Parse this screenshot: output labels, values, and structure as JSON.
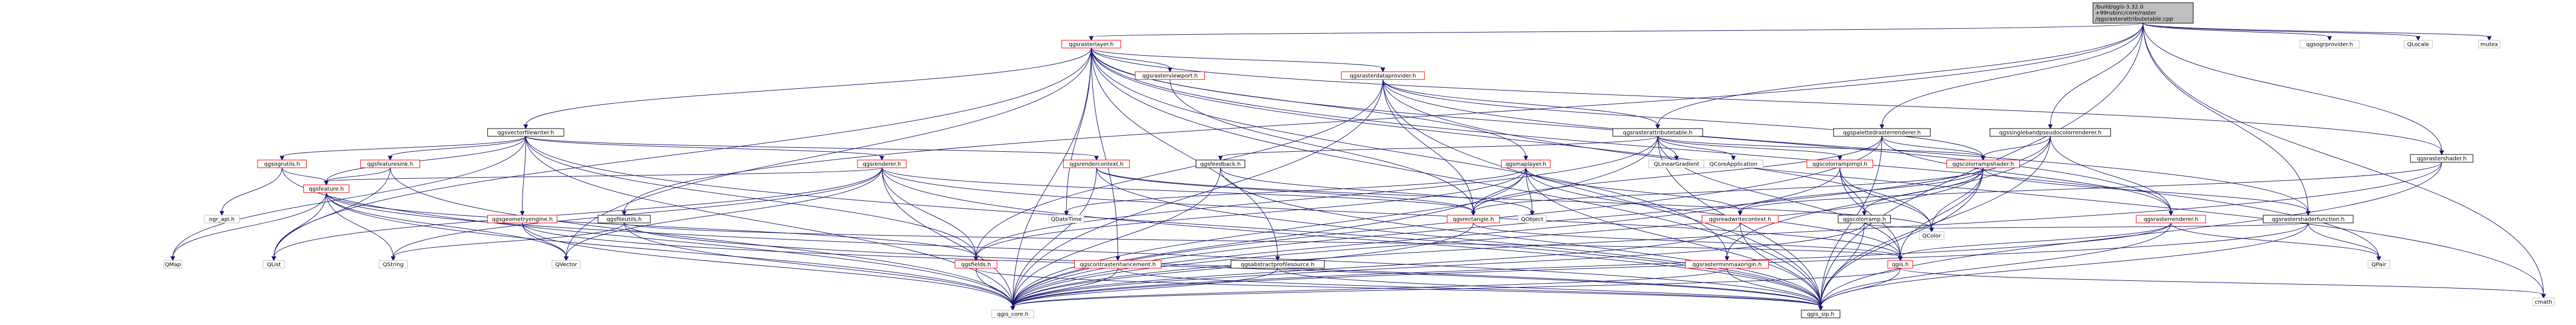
{
  "diagram": {
    "type": "include-dependency-graph",
    "colors": {
      "root_fill": "#bfbfbf",
      "node_fill": "#ffffff",
      "node_border_red": "#ff0000",
      "node_border_gray": "#bfbfbf",
      "node_border_black": "#000000",
      "edge": "#191970"
    },
    "root": {
      "id": "root",
      "lines": [
        "/build/qgis-3.32.0",
        "+99rubinc/core/raster",
        "/qgsrasterattributetable.cpp"
      ]
    },
    "nodes": [
      {
        "id": "qgsrasterlayer",
        "label": "qgsrasterlayer.h",
        "border": "red"
      },
      {
        "id": "qgsogrprovider",
        "label": "qgsogrprovider.h",
        "border": "gray"
      },
      {
        "id": "qlocale",
        "label": "QLocale",
        "border": "gray"
      },
      {
        "id": "mutex",
        "label": "mutex",
        "border": "gray"
      },
      {
        "id": "qgsrasterviewport",
        "label": "qgsrasterviewport.h",
        "border": "red"
      },
      {
        "id": "qgsrasterdataprovider",
        "label": "qgsrasterdataprovider.h",
        "border": "red"
      },
      {
        "id": "qgsvectorfilewriter",
        "label": "qgsvectorfilewriter.h",
        "border": "black"
      },
      {
        "id": "qgsrasterattributetable",
        "label": "qgsrasterattributetable.h",
        "border": "black"
      },
      {
        "id": "qgspalettedrasterrenderer",
        "label": "qgspalettedrasterrenderer.h",
        "border": "black"
      },
      {
        "id": "qgssinglebandpseudocolorrenderer",
        "label": "qgssinglebandpseudocolorrenderer.h",
        "border": "black"
      },
      {
        "id": "qgsrastershader",
        "label": "qgsrastershader.h",
        "border": "black"
      },
      {
        "id": "qgsogrutils",
        "label": "qgsogrutils.h",
        "border": "red"
      },
      {
        "id": "qgsfeaturesink",
        "label": "qgsfeaturesink.h",
        "border": "red"
      },
      {
        "id": "qgsrenderer",
        "label": "qgsrenderer.h",
        "border": "red"
      },
      {
        "id": "qgsgeometryengine",
        "label": "qgsgeometryengine.h",
        "border": "red"
      },
      {
        "id": "qgsfileutils",
        "label": "qgsfileutils.h",
        "border": "black"
      },
      {
        "id": "qgsrendercontext",
        "label": "qgsrendercontext.h",
        "border": "red"
      },
      {
        "id": "qgsfeedback",
        "label": "qgsfeedback.h",
        "border": "black"
      },
      {
        "id": "qgsmaplayer",
        "label": "qgsmaplayer.h",
        "border": "red"
      },
      {
        "id": "qlineargradient",
        "label": "QLinearGradient",
        "border": "gray"
      },
      {
        "id": "qcoreapplication",
        "label": "QCoreApplication",
        "border": "gray"
      },
      {
        "id": "qgscolorrampimpl",
        "label": "qgscolorrampimpl.h",
        "border": "red"
      },
      {
        "id": "qgscolorrampshader",
        "label": "qgscolorrampshader.h",
        "border": "red"
      },
      {
        "id": "qgsrasterrenderer",
        "label": "qgsrasterrenderer.h",
        "border": "red"
      },
      {
        "id": "qgsrastershaderfunction",
        "label": "qgsrastershaderfunction.h",
        "border": "black"
      },
      {
        "id": "ogr_api",
        "label": "ogr_api.h",
        "border": "gray"
      },
      {
        "id": "qgsfeature",
        "label": "qgsfeature.h",
        "border": "red"
      },
      {
        "id": "qgsrectangle",
        "label": "qgsrectangle.h",
        "border": "red"
      },
      {
        "id": "qobject",
        "label": "QObject",
        "border": "gray"
      },
      {
        "id": "qdatetime",
        "label": "QDateTime",
        "border": "gray"
      },
      {
        "id": "qgsreadwritecontext",
        "label": "qgsreadwritecontext.h",
        "border": "red"
      },
      {
        "id": "qgscolorramp",
        "label": "qgscolorramp.h",
        "border": "black"
      },
      {
        "id": "qmap",
        "label": "QMap",
        "border": "gray"
      },
      {
        "id": "qlist",
        "label": "QList",
        "border": "gray"
      },
      {
        "id": "qstring",
        "label": "QString",
        "border": "gray"
      },
      {
        "id": "qvector",
        "label": "QVector",
        "border": "gray"
      },
      {
        "id": "qgsfields",
        "label": "qgsfields.h",
        "border": "red"
      },
      {
        "id": "qgscontrastenhancement",
        "label": "qgscontrastenhancement.h",
        "border": "red"
      },
      {
        "id": "qgsabstractprofilesource",
        "label": "qgsabstractprofilesource.h",
        "border": "black"
      },
      {
        "id": "qgsrasterminmaxorigin",
        "label": "qgsrasterminmaxorigin.h",
        "border": "red"
      },
      {
        "id": "qgis",
        "label": "qgis.h",
        "border": "red"
      },
      {
        "id": "qcolor",
        "label": "QColor",
        "border": "gray"
      },
      {
        "id": "qpair",
        "label": "QPair",
        "border": "gray"
      },
      {
        "id": "cmath",
        "label": "cmath",
        "border": "gray"
      },
      {
        "id": "qgis_core",
        "label": "qgis_core.h",
        "border": "gray"
      },
      {
        "id": "qgis_sip",
        "label": "qgis_sip.h",
        "border": "black"
      }
    ],
    "edges": [
      [
        "root",
        "qgsrasterlayer"
      ],
      [
        "root",
        "qgsogrprovider"
      ],
      [
        "root",
        "qlocale"
      ],
      [
        "root",
        "mutex"
      ],
      [
        "root",
        "qgsrasterattributetable"
      ],
      [
        "root",
        "qgspalettedrasterrenderer"
      ],
      [
        "root",
        "qgssinglebandpseudocolorrenderer"
      ],
      [
        "root",
        "qgsrastershader"
      ],
      [
        "root",
        "qgsrastershaderfunction"
      ],
      [
        "root",
        "qgsfileutils"
      ],
      [
        "root",
        "qgis_sip"
      ],
      [
        "root",
        "cmath"
      ],
      [
        "qgsrasterlayer",
        "qgsrasterviewport"
      ],
      [
        "qgsrasterlayer",
        "qgsrasterdataprovider"
      ],
      [
        "qgsrasterlayer",
        "qgsvectorfilewriter"
      ],
      [
        "qgsrasterlayer",
        "qgsmaplayer"
      ],
      [
        "qgsrasterlayer",
        "qgsrasterminmaxorigin"
      ],
      [
        "qgsrasterlayer",
        "qgscontrastenhancement"
      ],
      [
        "qgsrasterlayer",
        "qgsabstractprofilesource"
      ],
      [
        "qgsrasterlayer",
        "qgis_core"
      ],
      [
        "qgsrasterlayer",
        "qgis_sip"
      ],
      [
        "qgsrasterlayer",
        "qvector"
      ],
      [
        "qgsrasterlayer",
        "qdatetime"
      ],
      [
        "qgsrasterlayer",
        "qcolor"
      ],
      [
        "qgsrasterlayer",
        "qpair"
      ],
      [
        "qgsrasterlayer",
        "qgsrasterrenderer"
      ],
      [
        "qgsrasterlayer",
        "qgsrastershader"
      ],
      [
        "qgsrasterlayer",
        "qlist"
      ],
      [
        "qgsrasterviewport",
        "qgsrectangle"
      ],
      [
        "qgsrasterdataprovider",
        "qgsrasterattributetable"
      ],
      [
        "qgsrasterdataprovider",
        "qgsrectangle"
      ],
      [
        "qgsrasterdataprovider",
        "qgsfields"
      ],
      [
        "qgsrasterdataprovider",
        "qgis_core"
      ],
      [
        "qgsrasterdataprovider",
        "qgis_sip"
      ],
      [
        "qgsrasterdataprovider",
        "cmath"
      ],
      [
        "qgsrasterdataprovider",
        "qgsrastershaderfunction"
      ],
      [
        "qgsrasterdataprovider",
        "qgscolorrampshader"
      ],
      [
        "qgsvectorfilewriter",
        "qgsogrutils"
      ],
      [
        "qgsvectorfilewriter",
        "qgsfeaturesink"
      ],
      [
        "qgsvectorfilewriter",
        "qgsrenderer"
      ],
      [
        "qgsvectorfilewriter",
        "qgsgeometryengine"
      ],
      [
        "qgsvectorfilewriter",
        "qgsfeature"
      ],
      [
        "qgsvectorfilewriter",
        "qgsrendercontext"
      ],
      [
        "qgsvectorfilewriter",
        "qgsfields"
      ],
      [
        "qgsvectorfilewriter",
        "qgis_core"
      ],
      [
        "qgsvectorfilewriter",
        "qgis_sip"
      ],
      [
        "qgsvectorfilewriter",
        "qmap"
      ],
      [
        "qgsrasterattributetable",
        "qlineargradient"
      ],
      [
        "qgsrasterattributetable",
        "qcoreapplication"
      ],
      [
        "qgsrasterattributetable",
        "qgscolorrampimpl"
      ],
      [
        "qgsrasterattributetable",
        "qgsfeedback"
      ],
      [
        "qgsrasterattributetable",
        "qgsfields"
      ],
      [
        "qgsrasterattributetable",
        "qgis_core"
      ],
      [
        "qgsrasterattributetable",
        "qgis_sip"
      ],
      [
        "qgsrasterattributetable",
        "qgis"
      ],
      [
        "qgsrasterattributetable",
        "qgscolorrampshader"
      ],
      [
        "qgspalettedrasterrenderer",
        "qgscolorrampshader"
      ],
      [
        "qgspalettedrasterrenderer",
        "qgsrasterrenderer"
      ],
      [
        "qgspalettedrasterrenderer",
        "qgis_core"
      ],
      [
        "qgspalettedrasterrenderer",
        "qgis_sip"
      ],
      [
        "qgspalettedrasterrenderer",
        "qgsrectangle"
      ],
      [
        "qgssinglebandpseudocolorrenderer",
        "qgscolorrampshader"
      ],
      [
        "qgssinglebandpseudocolorrenderer",
        "qgsrasterrenderer"
      ],
      [
        "qgssinglebandpseudocolorrenderer",
        "qgsrasterminmaxorigin"
      ],
      [
        "qgssinglebandpseudocolorrenderer",
        "qgis_core"
      ],
      [
        "qgssinglebandpseudocolorrenderer",
        "qgis_sip"
      ],
      [
        "qgsrastershader",
        "qgsreadwritecontext"
      ],
      [
        "qgsrastershader",
        "qgis_core"
      ],
      [
        "qgsrastershader",
        "qgis_sip"
      ],
      [
        "qgsrastershaderfunction",
        "qgis_core"
      ],
      [
        "qgsrastershaderfunction",
        "qgis_sip"
      ],
      [
        "qgsrastershaderfunction",
        "qcolor"
      ],
      [
        "qgsrastershaderfunction",
        "qpair"
      ],
      [
        "qgsogrutils",
        "ogr_api"
      ],
      [
        "qgsogrutils",
        "qgsfeature"
      ],
      [
        "qgsogrutils",
        "qgis_core"
      ],
      [
        "qgsfeaturesink",
        "qgsfeature"
      ],
      [
        "qgsfeaturesink",
        "qgis_core"
      ],
      [
        "qgsfeaturesink",
        "qlist"
      ],
      [
        "qgsrenderer",
        "qgsfeature"
      ],
      [
        "qgsrenderer",
        "qgsfields"
      ],
      [
        "qgsrenderer",
        "qgis_core"
      ],
      [
        "qgsrenderer",
        "qgis_sip"
      ],
      [
        "qgsrenderer",
        "qgis"
      ],
      [
        "qgsrenderer",
        "qlist"
      ],
      [
        "qgsrenderer",
        "qstring"
      ],
      [
        "qgsrenderer",
        "qvector"
      ],
      [
        "qgsrenderer",
        "qgsrectangle"
      ],
      [
        "qgsgeometryengine",
        "qgis_core"
      ],
      [
        "qgsgeometryengine",
        "qvector"
      ],
      [
        "qgsgeometryengine",
        "qgis_sip"
      ],
      [
        "qgsfileutils",
        "qgis_core"
      ],
      [
        "qgsfileutils",
        "qgis_sip"
      ],
      [
        "qgsfileutils",
        "qstring"
      ],
      [
        "qgsfileutils",
        "qgis"
      ],
      [
        "qgsrendercontext",
        "qgsrectangle"
      ],
      [
        "qgsrendercontext",
        "qgis_core"
      ],
      [
        "qgsrendercontext",
        "qgis_sip"
      ],
      [
        "qgsrendercontext",
        "qcolor"
      ],
      [
        "qgsfeedback",
        "qobject"
      ],
      [
        "qgsfeedback",
        "qgis_core"
      ],
      [
        "qgsfeedback",
        "qgis_sip"
      ],
      [
        "qgsmaplayer",
        "qobject"
      ],
      [
        "qgsmaplayer",
        "qgsrectangle"
      ],
      [
        "qgsmaplayer",
        "qdatetime"
      ],
      [
        "qgsmaplayer",
        "qgis_core"
      ],
      [
        "qgsmaplayer",
        "qgis_sip"
      ],
      [
        "qgsmaplayer",
        "qgis"
      ],
      [
        "qgsmaplayer",
        "qgsreadwritecontext"
      ],
      [
        "qgsmaplayer",
        "qgsfields"
      ],
      [
        "qgscolorrampimpl",
        "qgscolorramp"
      ],
      [
        "qgscolorrampimpl",
        "qcolor"
      ],
      [
        "qgscolorrampimpl",
        "qgis"
      ],
      [
        "qgscolorrampimpl",
        "qgis_core"
      ],
      [
        "qgscolorrampshader",
        "qgscolorramp"
      ],
      [
        "qgscolorrampshader",
        "qgsrastershaderfunction"
      ],
      [
        "qgscolorrampshader",
        "qgsreadwritecontext"
      ],
      [
        "qgscolorrampshader",
        "qgsrectangle"
      ],
      [
        "qgscolorrampshader",
        "qgis"
      ],
      [
        "qgscolorrampshader",
        "qgis_core"
      ],
      [
        "qgscolorrampshader",
        "qgis_sip"
      ],
      [
        "qgscolorrampshader",
        "qcolor"
      ],
      [
        "qgsrasterrenderer",
        "qgis_core"
      ],
      [
        "qgsrasterrenderer",
        "qgis_sip"
      ],
      [
        "qgsrasterrenderer",
        "qpair"
      ],
      [
        "qgsrasterrenderer",
        "qgis"
      ],
      [
        "qgsfeature",
        "qmap"
      ],
      [
        "qgsfeature",
        "qlist"
      ],
      [
        "qgsfeature",
        "qstring"
      ],
      [
        "qgsfeature",
        "qvector"
      ],
      [
        "qgsfeature",
        "qgsfields"
      ],
      [
        "qgsfeature",
        "qgis_core"
      ],
      [
        "qgsfeature",
        "qgis_sip"
      ],
      [
        "qgsrectangle",
        "qgis"
      ],
      [
        "qgsrectangle",
        "qgis_core"
      ],
      [
        "qgsreadwritecontext",
        "qgis_core"
      ],
      [
        "qgsreadwritecontext",
        "qgis_sip"
      ],
      [
        "qgscolorramp",
        "qgis_core"
      ],
      [
        "qgscolorramp",
        "qgis_sip"
      ],
      [
        "qgscolorramp",
        "qcolor"
      ],
      [
        "qgsfields",
        "qgis_core"
      ],
      [
        "qgsfields",
        "qgis_sip"
      ],
      [
        "qgscontrastenhancement",
        "qgis_core"
      ],
      [
        "qgscontrastenhancement",
        "qgis_sip"
      ],
      [
        "qgsabstractprofilesource",
        "qgis_core"
      ],
      [
        "qgsabstractprofilesource",
        "qgis_sip"
      ],
      [
        "qgsrasterminmaxorigin",
        "qgis_core"
      ],
      [
        "qgsrasterminmaxorigin",
        "qgis_sip"
      ],
      [
        "qgis",
        "qgis_core"
      ],
      [
        "qgis",
        "qgis_sip"
      ],
      [
        "qgis",
        "cmath"
      ]
    ]
  }
}
